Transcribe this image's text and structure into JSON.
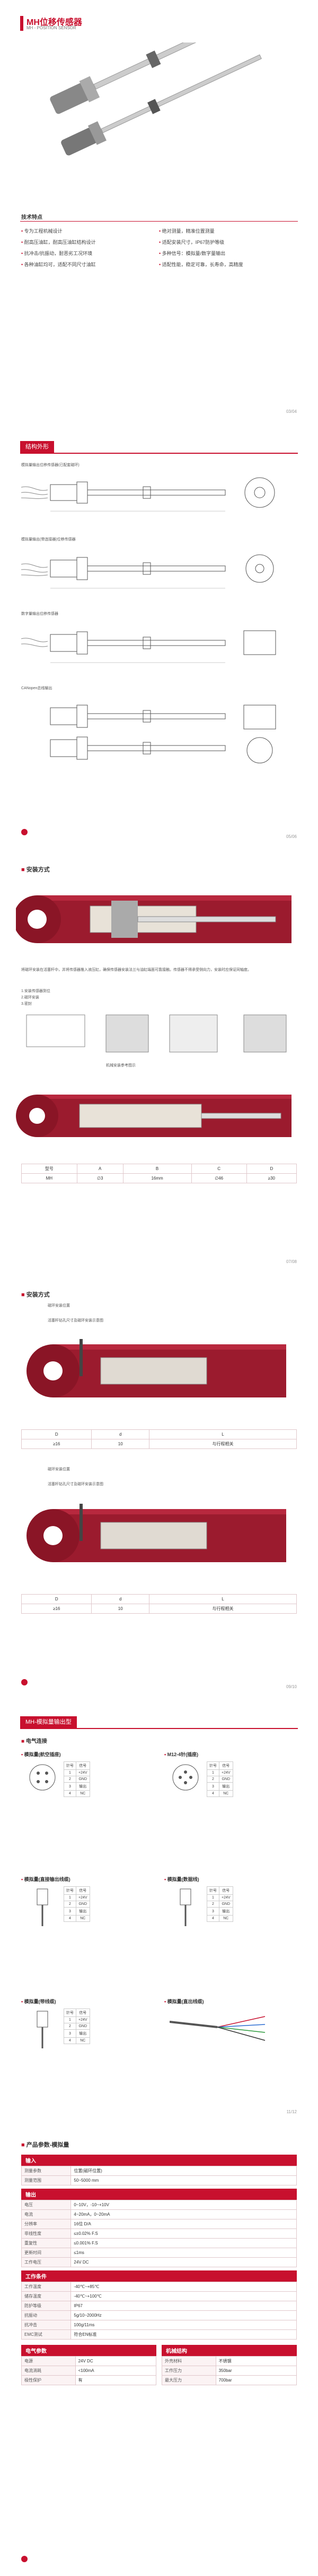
{
  "p1": {
    "title": "MH位移传感器",
    "subtitle": "MH - POSITION SENSOR",
    "features_title": "技术特点",
    "features_left": [
      "专为工程机械设计",
      "耐高压油缸，耐高压油缸结构设计",
      "抗冲击/抗振动，耐恶劣工况环境",
      "各种油缸均可，适配不同尺寸油缸"
    ],
    "features_right": [
      "绝对测量，精准位置测量",
      "适配安装尺寸，IP67防护等级",
      "多种信号：模拟量/数字量输出",
      "适配性能，稳定可靠，长寿命，高精度"
    ],
    "page_no": "03/04"
  },
  "p2": {
    "section": "结构外形",
    "d1": "模拟量输出位移传感器(已配套磁环)",
    "d2": "模拟量输出(带连接器)位移传感器",
    "d3": "数字量输出位移传感器",
    "d4": "CANopen总线输出",
    "page_no": "05/06"
  },
  "p3": {
    "section": "安装方式",
    "note": "将磁环安装在活塞杆中，并将传感器推入液压缸，确保传感器安装法兰与油缸端面可靠接触。传感器不得承受侧向力，安装时应保证同轴度。",
    "steps": [
      "1.安装传感器到位",
      "2.磁环安装",
      "3.密封"
    ],
    "table_header": [
      "型号",
      "A",
      "B",
      "C",
      "D"
    ],
    "table_row": [
      "MH",
      "∅3",
      "16mm",
      "∅46",
      "≥30"
    ],
    "fig_caption": "机械安装参考图示",
    "page_no": "07/08"
  },
  "p4": {
    "section": "安装方式",
    "label1": "磁环安装位置",
    "note1": "活塞杆钻孔尺寸及磁环安装示意图",
    "label2": "磁环安装位置",
    "note2": "活塞杆钻孔尺寸及磁环安装示意图",
    "t_header": [
      "D",
      "d",
      "L"
    ],
    "t_row": [
      "≥16",
      "10",
      "与行程相关"
    ],
    "page_no": "09/10"
  },
  "p5": {
    "section": "MH-模拟量输出型",
    "subsection": "电气连接",
    "c1": "模拟量(航空插座)",
    "c2": "M12-4针(插座)",
    "c3": "模拟量(直接输出线缆)",
    "c4": "模拟量(数据线)",
    "c5": "模拟量(带线缆)",
    "c6": "模拟量(直出线缆)",
    "pins_header": [
      "针号",
      "信号"
    ],
    "pins": [
      [
        "1",
        "+24V"
      ],
      [
        "2",
        "GND"
      ],
      [
        "3",
        "输出"
      ],
      [
        "4",
        "NC"
      ]
    ],
    "page_no": "11/12"
  },
  "p6": {
    "title": "产品参数-模拟量",
    "section_input": "输入",
    "rows_input": [
      [
        "测量参数",
        "位置(磁环位置)"
      ],
      [
        "测量范围",
        "50~5000 mm"
      ]
    ],
    "section_output": "输出",
    "rows_output": [
      [
        "电压",
        "0~10V，-10~+10V"
      ],
      [
        "电流",
        "4~20mA，0~20mA"
      ],
      [
        "分辨率",
        "16位 D/A"
      ],
      [
        "非线性度",
        "≤±0.02% F.S"
      ],
      [
        "重复性",
        "≤0.001% F.S"
      ],
      [
        "更新时间",
        "≤1ms"
      ],
      [
        "工作电压",
        "24V DC"
      ]
    ],
    "section_env": "工作条件",
    "rows_env": [
      [
        "工作温度",
        "-40℃~+85℃"
      ],
      [
        "储存温度",
        "-40℃~+100℃"
      ],
      [
        "防护等级",
        "IP67"
      ],
      [
        "抗振动",
        "5g/10~2000Hz"
      ],
      [
        "抗冲击",
        "100g/11ms"
      ],
      [
        "EMC测试",
        "符合EN标准"
      ]
    ],
    "section_elec": "电气参数",
    "section_mech": "机械结构",
    "rows_elec": [
      [
        "电源",
        "24V DC"
      ],
      [
        "电流消耗",
        "<100mA"
      ],
      [
        "极性保护",
        "有"
      ]
    ],
    "rows_mech": [
      [
        "外壳材料",
        "不锈钢"
      ],
      [
        "工作压力",
        "350bar"
      ],
      [
        "最大压力",
        "700bar"
      ]
    ]
  }
}
